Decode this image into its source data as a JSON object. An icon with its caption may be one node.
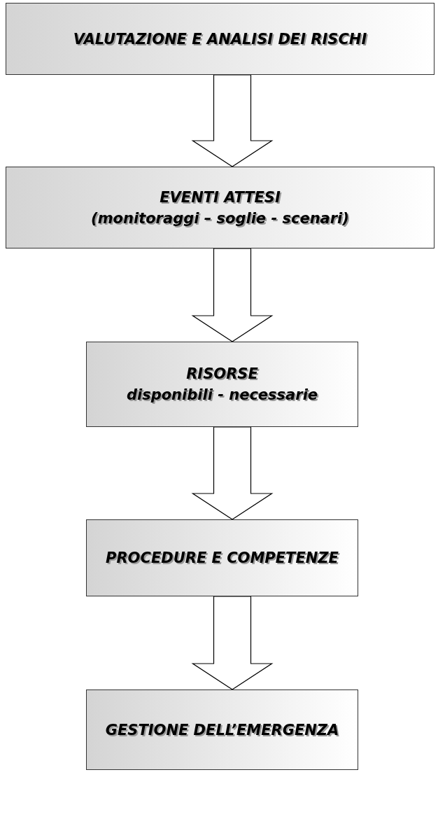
{
  "diagram": {
    "nodes": [
      {
        "text": [
          "VALUTAZIONE E ANALISI DEI RISCHI"
        ]
      },
      {
        "text": [
          "EVENTI ATTESI",
          "(monitoraggi – soglie - scenari)"
        ]
      },
      {
        "text": [
          "RISORSE",
          "disponibili - necessarie"
        ]
      },
      {
        "text": [
          "PROCEDURE E COMPETENZE"
        ]
      },
      {
        "text": [
          "GESTIONE DELL’EMERGENZA"
        ]
      }
    ],
    "edges": [
      {
        "from": 0,
        "to": 1,
        "arrow": "to"
      },
      {
        "from": 1,
        "to": 2,
        "arrow": "to"
      },
      {
        "from": 2,
        "to": 3,
        "arrow": "to"
      },
      {
        "from": 3,
        "to": 4,
        "arrow": "to"
      }
    ]
  }
}
